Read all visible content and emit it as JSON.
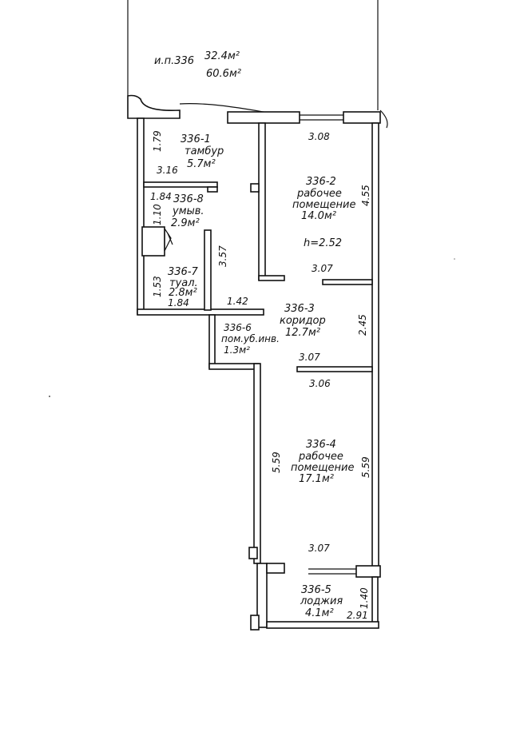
{
  "apartment": {
    "id_label": "и.п.336",
    "area_living": "32.4м²",
    "area_total": "60.6м²"
  },
  "rooms": [
    {
      "key": "r1",
      "id": "336-1",
      "name": "тамбур",
      "area": "5.7м²"
    },
    {
      "key": "r2",
      "id": "336-2",
      "name1": "рабочее",
      "name2": "помещение",
      "area": "14.0м²",
      "height": "h=2.52"
    },
    {
      "key": "r3",
      "id": "336-3",
      "name": "коридор",
      "area": "12.7м²"
    },
    {
      "key": "r4",
      "id": "336-4",
      "name1": "рабочее",
      "name2": "помещение",
      "area": "17.1м²"
    },
    {
      "key": "r5",
      "id": "336-5",
      "name": "лоджия",
      "area": "4.1м²"
    },
    {
      "key": "r6",
      "id": "336-6",
      "name": "пом.уб.инв.",
      "area": "1.3м²"
    },
    {
      "key": "r7",
      "id": "336-7",
      "name": "туал.",
      "area": "2.8м²"
    },
    {
      "key": "r8",
      "id": "336-8",
      "name": "умыв.",
      "area": "2.9м²"
    }
  ],
  "dimensions": {
    "d_1_79": "1.79",
    "d_3_16": "3.16",
    "d_1_84_top": "1.84",
    "d_1_10": "1.10",
    "d_3_57": "3.57",
    "d_1_53": "1.53",
    "d_1_84_bottom": "1.84",
    "d_1_42": "1.42",
    "d_3_08": "3.08",
    "d_4_55": "4.55",
    "d_3_07_a": "3.07",
    "d_2_45": "2.45",
    "d_3_07_b": "3.07",
    "d_3_06": "3.06",
    "d_5_59_left": "5.59",
    "d_5_59_right": "5.59",
    "d_3_07_c": "3.07",
    "d_1_40": "1.40",
    "d_2_91": "2.91"
  }
}
